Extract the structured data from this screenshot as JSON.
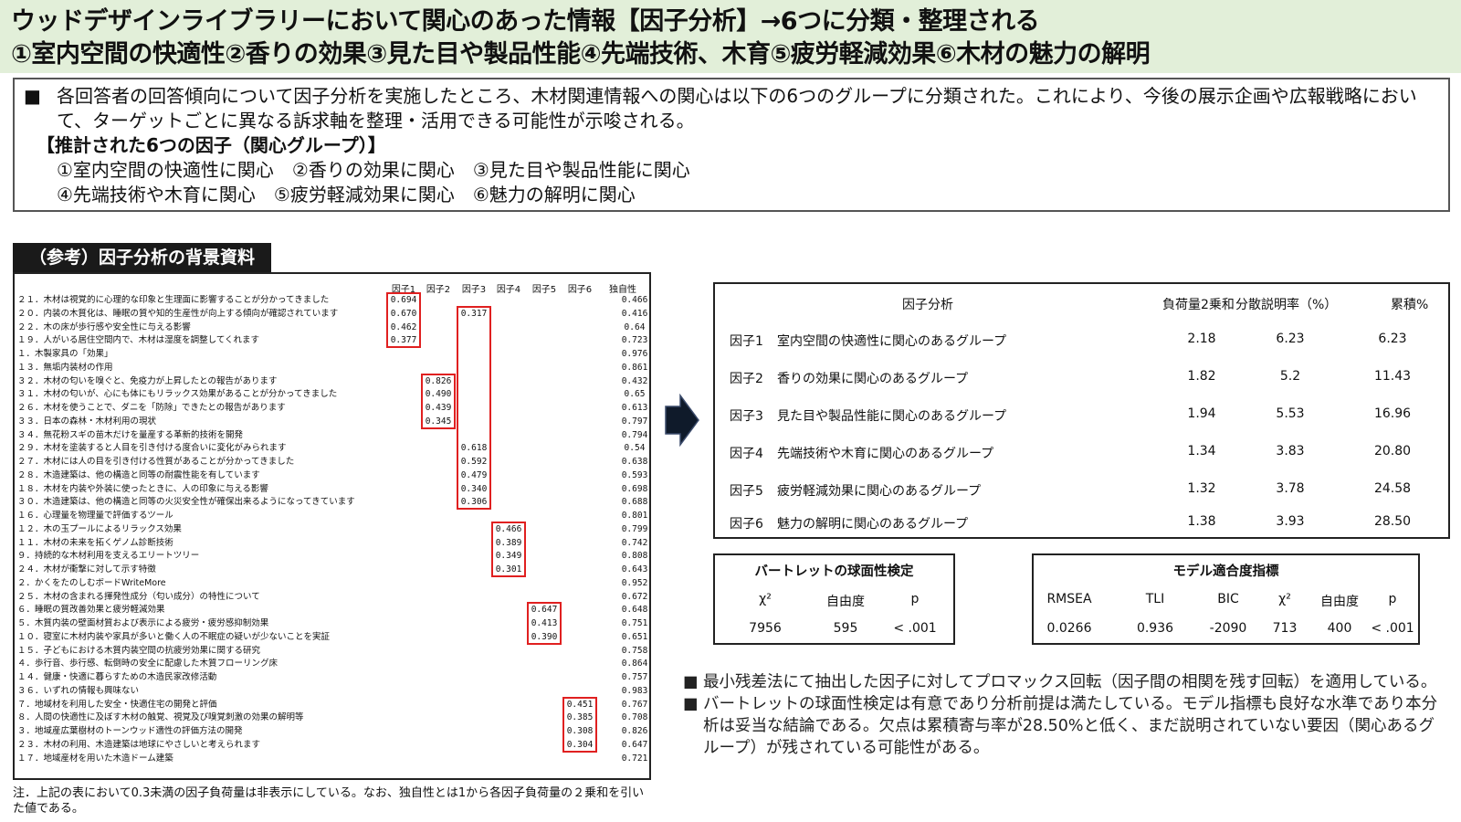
{
  "header": {
    "line1": "ウッドデザインライブラリーにおいて関心のあった情報【因子分析】→6つに分類・整理される",
    "line2": "①室内空間の快適性②香りの効果③見た目や製品性能④先端技術、木育⑤疲労軽減効果⑥木材の魅力の解明"
  },
  "summary": {
    "bullet": "■",
    "text": "各回答者の回答傾向について因子分析を実施したところ、木材関連情報への関心は以下の6つのグループに分類された。これにより、今後の展示企画や広報戦略において、ターゲットごとに異なる訴求軸を整理・活用できる可能性が示唆される。",
    "heading": "【推計された6つの因子（関心グループ）】",
    "factors_line1": "①室内空間の快適性に関心　②香りの効果に関心　③見た目や製品性能に関心",
    "factors_line2": "④先端技術や木育に関心　⑤疲労軽減効果に関心　⑥魅力の解明に関心"
  },
  "reference_title": "（参考）因子分析の背景資料",
  "loadings": {
    "headers": [
      "因子1",
      "因子2",
      "因子3",
      "因子4",
      "因子5",
      "因子6",
      "独自性"
    ],
    "rows": [
      {
        "item": "２１．木材は視覚的に心理的な印象と生理面に影響することが分かってきました",
        "loadings": [
          "0.694",
          "",
          "",
          "",
          "",
          ""
        ],
        "uniqueness": "0.466"
      },
      {
        "item": "２０．内装の木質化は、睡眠の質や知的生産性が向上する傾向が確認されています",
        "loadings": [
          "0.670",
          "",
          "0.317",
          "",
          "",
          ""
        ],
        "uniqueness": "0.416"
      },
      {
        "item": "２２．木の床が歩行感や安全性に与える影響",
        "loadings": [
          "0.462",
          "",
          "",
          "",
          "",
          ""
        ],
        "uniqueness": "0.64"
      },
      {
        "item": "１９．人がいる居住空間内で、木材は湿度を調整してくれます",
        "loadings": [
          "0.377",
          "",
          "",
          "",
          "",
          ""
        ],
        "uniqueness": "0.723"
      },
      {
        "item": "１．木製家具の「効果」",
        "loadings": [
          "",
          "",
          "",
          "",
          "",
          ""
        ],
        "uniqueness": "0.976"
      },
      {
        "item": "１３．無垢内装材の作用",
        "loadings": [
          "",
          "",
          "",
          "",
          "",
          ""
        ],
        "uniqueness": "0.861"
      },
      {
        "item": "３２．木材の匂いを嗅ぐと、免疫力が上昇したとの報告があります",
        "loadings": [
          "",
          "0.826",
          "",
          "",
          "",
          ""
        ],
        "uniqueness": "0.432"
      },
      {
        "item": "３１．木材の匂いが、心にも体にもリラックス効果があることが分かってきました",
        "loadings": [
          "",
          "0.490",
          "",
          "",
          "",
          ""
        ],
        "uniqueness": "0.65"
      },
      {
        "item": "２６．木材を使うことで、ダニを「防除」できたとの報告があります",
        "loadings": [
          "",
          "0.439",
          "",
          "",
          "",
          ""
        ],
        "uniqueness": "0.613"
      },
      {
        "item": "３３．日本の森林・木材利用の現状",
        "loadings": [
          "",
          "0.345",
          "",
          "",
          "",
          ""
        ],
        "uniqueness": "0.797"
      },
      {
        "item": "３４．無花粉スギの苗木だけを量産する革新的技術を開発",
        "loadings": [
          "",
          "",
          "",
          "",
          "",
          ""
        ],
        "uniqueness": "0.794"
      },
      {
        "item": "２９．木材を塗装すると人目を引き付ける度合いに変化がみられます",
        "loadings": [
          "",
          "",
          "0.618",
          "",
          "",
          ""
        ],
        "uniqueness": "0.54"
      },
      {
        "item": "２７．木材には人の目を引き付ける性質があることが分かってきました",
        "loadings": [
          "",
          "",
          "0.592",
          "",
          "",
          ""
        ],
        "uniqueness": "0.638"
      },
      {
        "item": "２８．木造建築は、他の構造と同等の耐震性能を有しています",
        "loadings": [
          "",
          "",
          "0.479",
          "",
          "",
          ""
        ],
        "uniqueness": "0.593"
      },
      {
        "item": "１８．木材を内装や外装に使ったときに、人の印象に与える影響",
        "loadings": [
          "",
          "",
          "0.340",
          "",
          "",
          ""
        ],
        "uniqueness": "0.698"
      },
      {
        "item": "３０．木造建築は、他の構造と同等の火災安全性が確保出来るようになってきています",
        "loadings": [
          "",
          "",
          "0.306",
          "",
          "",
          ""
        ],
        "uniqueness": "0.688"
      },
      {
        "item": "１６．心理量を物理量で評価するツール",
        "loadings": [
          "",
          "",
          "",
          "",
          "",
          ""
        ],
        "uniqueness": "0.801"
      },
      {
        "item": "１２．木の玉プールによるリラックス効果",
        "loadings": [
          "",
          "",
          "",
          "0.466",
          "",
          ""
        ],
        "uniqueness": "0.799"
      },
      {
        "item": "１１．木材の未来を拓くゲノム診断技術",
        "loadings": [
          "",
          "",
          "",
          "0.389",
          "",
          ""
        ],
        "uniqueness": "0.742"
      },
      {
        "item": "９．持続的な木材利用を支えるエリートツリー",
        "loadings": [
          "",
          "",
          "",
          "0.349",
          "",
          ""
        ],
        "uniqueness": "0.808"
      },
      {
        "item": "２４．木材が衝撃に対して示す特徴",
        "loadings": [
          "",
          "",
          "",
          "0.301",
          "",
          ""
        ],
        "uniqueness": "0.643"
      },
      {
        "item": "２．かくをたのしむボードWriteMore",
        "loadings": [
          "",
          "",
          "",
          "",
          "",
          ""
        ],
        "uniqueness": "0.952"
      },
      {
        "item": "２５．木材の含まれる揮発性成分（匂い成分）の特性について",
        "loadings": [
          "",
          "",
          "",
          "",
          "",
          ""
        ],
        "uniqueness": "0.672"
      },
      {
        "item": "６．睡眠の質改善効果と疲労軽減効果",
        "loadings": [
          "",
          "",
          "",
          "",
          "0.647",
          ""
        ],
        "uniqueness": "0.648"
      },
      {
        "item": "５．木質内装の壁面材質および表示による疲労・疲労感抑制効果",
        "loadings": [
          "",
          "",
          "",
          "",
          "0.413",
          ""
        ],
        "uniqueness": "0.751"
      },
      {
        "item": "１０．寝室に木材内装や家具が多いと働く人の不眠症の疑いが少ないことを実証",
        "loadings": [
          "",
          "",
          "",
          "",
          "0.390",
          ""
        ],
        "uniqueness": "0.651"
      },
      {
        "item": "１５．子どもにおける木質内装空間の抗疲労効果に関する研究",
        "loadings": [
          "",
          "",
          "",
          "",
          "",
          ""
        ],
        "uniqueness": "0.758"
      },
      {
        "item": "４．歩行音、歩行感、転倒時の安全に配慮した木質フローリング床",
        "loadings": [
          "",
          "",
          "",
          "",
          "",
          ""
        ],
        "uniqueness": "0.864"
      },
      {
        "item": "１４．健康・快適に暮らすための木造民家改修活動",
        "loadings": [
          "",
          "",
          "",
          "",
          "",
          ""
        ],
        "uniqueness": "0.757"
      },
      {
        "item": "３６．いずれの情報も興味ない",
        "loadings": [
          "",
          "",
          "",
          "",
          "",
          ""
        ],
        "uniqueness": "0.983"
      },
      {
        "item": "７．地域材を利用した安全・快適住宅の開発と評価",
        "loadings": [
          "",
          "",
          "",
          "",
          "",
          "0.451"
        ],
        "uniqueness": "0.767"
      },
      {
        "item": "８．人間の快適性に及ぼす木材の触覚、視覚及び嗅覚刺激の効果の解明等",
        "loadings": [
          "",
          "",
          "",
          "",
          "",
          "0.385"
        ],
        "uniqueness": "0.708"
      },
      {
        "item": "３．地域産広葉樹材のトーンウッド適性の評価方法の開発",
        "loadings": [
          "",
          "",
          "",
          "",
          "",
          "0.308"
        ],
        "uniqueness": "0.826"
      },
      {
        "item": "２３．木材の利用、木造建築は地球にやさしいと考えられます",
        "loadings": [
          "",
          "",
          "",
          "",
          "",
          "0.304"
        ],
        "uniqueness": "0.647"
      },
      {
        "item": "１７．地域産材を用いた木造ドーム建築",
        "loadings": [
          "",
          "",
          "",
          "",
          "",
          ""
        ],
        "uniqueness": "0.721"
      }
    ]
  },
  "footnote": "注．上記の表において0.3未満の因子負荷量は非表示にしている。なお、独自性とは1から各因子負荷量の２乗和を引いた値である。",
  "arrow_icon": "right-arrow-icon",
  "factor_table": {
    "headers": [
      "因子分析",
      "負荷量2乗和",
      "分散説明率（%）",
      "累積%"
    ],
    "rows": [
      {
        "factor": "因子1",
        "name": "室内空間の快適性に関心のあるグループ",
        "ss": "2.18",
        "variance": "6.23",
        "cumulative": "6.23"
      },
      {
        "factor": "因子2",
        "name": "香りの効果に関心のあるグループ",
        "ss": "1.82",
        "variance": "5.2",
        "cumulative": "11.43"
      },
      {
        "factor": "因子3",
        "name": "見た目や製品性能に関心のあるグループ",
        "ss": "1.94",
        "variance": "5.53",
        "cumulative": "16.96"
      },
      {
        "factor": "因子4",
        "name": "先端技術や木育に関心のあるグループ",
        "ss": "1.34",
        "variance": "3.83",
        "cumulative": "20.80"
      },
      {
        "factor": "因子5",
        "name": "疲労軽減効果に関心のあるグループ",
        "ss": "1.32",
        "variance": "3.78",
        "cumulative": "24.58"
      },
      {
        "factor": "因子6",
        "name": "魅力の解明に関心のあるグループ",
        "ss": "1.38",
        "variance": "3.93",
        "cumulative": "28.50"
      }
    ]
  },
  "bartlett": {
    "title": "バートレットの球面性検定",
    "headers": [
      "χ²",
      "自由度",
      "p"
    ],
    "values": [
      "7956",
      "595",
      "< .001"
    ]
  },
  "fit": {
    "title": "モデル適合度指標",
    "headers": [
      "RMSEA",
      "TLI",
      "BIC",
      "χ²",
      "自由度",
      "p"
    ],
    "values": [
      "0.0266",
      "0.936",
      "-2090",
      "713",
      "400",
      "< .001"
    ]
  },
  "notes": [
    {
      "bullet": "■",
      "text": "最小残差法にて抽出した因子に対してプロマックス回転（因子間の相関を残す回転）を適用している。"
    },
    {
      "bullet": "■",
      "text": "バートレットの球面性検定は有意であり分析前提は満たしている。モデル指標も良好な水準であり本分析は妥当な結論である。欠点は累積寄与率が28.50%と低く、まだ説明されていない要因（関心あるグループ）が残されている可能性がある。"
    }
  ],
  "colors": {
    "header_bg": "#e2efd9",
    "highlight_box": "#e02020",
    "ref_title_bg": "#1a1a1a"
  }
}
